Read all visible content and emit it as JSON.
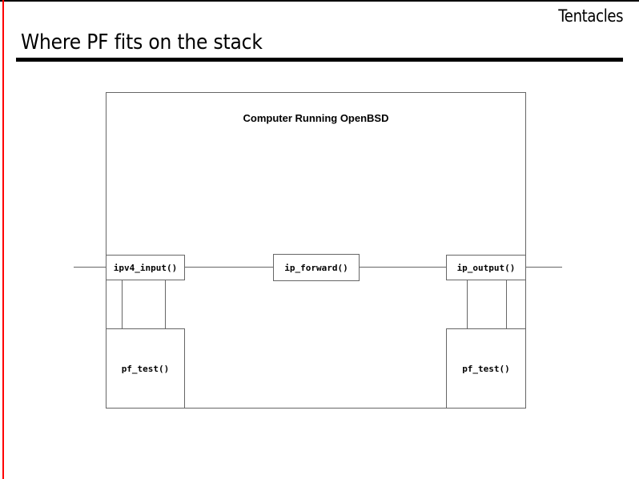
{
  "slide": {
    "deck_name": "Tentacles",
    "title": "Where PF fits on the stack",
    "accent_color": "#ff0000",
    "rule_color": "#000000",
    "line_color": "#666666"
  },
  "diagram": {
    "host_label": "Computer Running OpenBSD",
    "nodes": {
      "ipv4_input": "ipv4_input()",
      "ip_forward": "ip_forward()",
      "ip_output": "ip_output()",
      "pf_test_in": "pf_test()",
      "pf_test_out": "pf_test()"
    }
  }
}
